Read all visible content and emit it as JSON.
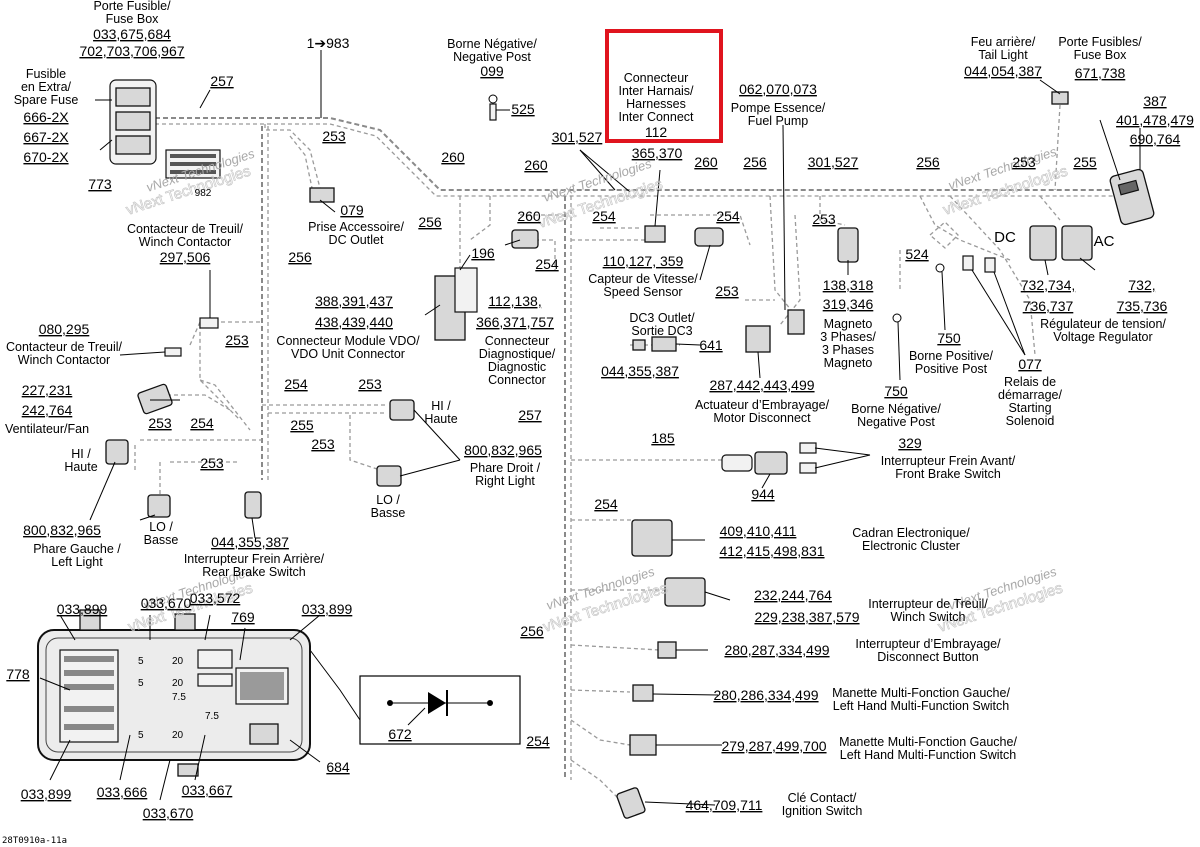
{
  "labels": {
    "fuse_box_left": [
      "Porte Fusible/",
      "Fuse Box"
    ],
    "fuse_box_left_nums": [
      "033,675,684",
      "702,703,706,967"
    ],
    "spare_fuse": [
      "Fusible",
      "en Extra/",
      "Spare Fuse"
    ],
    "spare_fuse_nums": [
      "666-2X",
      "667-2X",
      "670-2X"
    ],
    "n773": "773",
    "n257a": "257",
    "range": "1➔983",
    "n253a": "253",
    "n982": "982",
    "negative_post_top": [
      "Borne Négative/",
      "Negative Post"
    ],
    "n099": "099",
    "n525": "525",
    "inter_harness": [
      "Connecteur",
      "Inter Harnais/",
      "Harnesses",
      "Inter Connect",
      "112"
    ],
    "fuel_pump_nums": "062,070,073",
    "fuel_pump": [
      "Pompe Essence/",
      "Fuel Pump"
    ],
    "tail_light": [
      "Feu arrière/",
      "Tail Light"
    ],
    "tail_light_nums": "044,054,387",
    "fuse_box_right": [
      "Porte Fusibles/",
      "Fuse Box"
    ],
    "fuse_box_right_nums": "671,738",
    "right_nums": [
      "387",
      "401,478,479",
      "690,764"
    ],
    "n260a": "260",
    "n301a": "301,527",
    "n365": "365,370",
    "n260b": "260",
    "n260c": "260",
    "n256a": "256",
    "n301b": "301,527",
    "n256b": "256",
    "n253b": "253",
    "n255a": "255",
    "dc": "DC",
    "ac": "AC",
    "n079": "079",
    "dc_outlet": [
      "Prise Accessoire/",
      "DC Outlet"
    ],
    "n256c": "256",
    "n260d": "260",
    "n254a": "254",
    "n254b": "254",
    "n253c": "253",
    "winch_contactor": [
      "Contacteur de Treuil/",
      "Winch Contactor"
    ],
    "winch_contactor_num": "297,506",
    "n256d": "256",
    "n196": "196",
    "n254c": "254",
    "speed_sensor_nums": "110,127, 359",
    "speed_sensor": [
      "Capteur de Vitesse/",
      "Speed Sensor"
    ],
    "magneto_nums": [
      "138,318",
      "319,346"
    ],
    "magneto": [
      "Magneto",
      "3 Phases/",
      "3 Phases",
      "Magneto"
    ],
    "n524": "524",
    "voltage_reg_nums": [
      "732,734,",
      "736,737"
    ],
    "voltage_reg_nums2": [
      "732,",
      "735,736"
    ],
    "voltage_reg": [
      "Régulateur de tension/",
      "Voltage Regulator"
    ],
    "vdo_nums": [
      "388,391,437",
      "438,439,440"
    ],
    "vdo": [
      "Connecteur Module VDO/",
      "VDO Unit Connector"
    ],
    "diag_nums": [
      "112,138,",
      "366,371,757"
    ],
    "diag": [
      "Connecteur",
      "Diagnostique/",
      "Diagnostic",
      "Connector"
    ],
    "n253d": "253",
    "dc3": [
      "DC3 Outlet/",
      "Sortie DC3"
    ],
    "n641": "641",
    "dc3_nums": "044,355,387",
    "clutch_nums": "287,442,443,499",
    "clutch": [
      "Actuateur d’Embrayage/",
      "Motor Disconnect"
    ],
    "n750a": "750",
    "pos_post": [
      "Borne Positive/",
      "Positive Post"
    ],
    "n750b": "750",
    "neg_post": [
      "Borne Négative/",
      "Negative Post"
    ],
    "n077": "077",
    "relay": [
      "Relais de",
      "démarrage/",
      "Starting",
      "Solenoid"
    ],
    "winch_contactor2_num": "080,295",
    "winch_contactor2": [
      "Contacteur de Treuil/",
      "Winch Contactor"
    ],
    "n253e": "253",
    "fan_nums": [
      "227,231",
      "242,764"
    ],
    "fan": "Ventilateur/Fan",
    "n254d": "254",
    "n253f": "253",
    "n255b": "255",
    "hi_haute_r": [
      "HI /",
      "Haute"
    ],
    "n257b": "257",
    "n253g": "253",
    "n254e": "254",
    "hi_haute_l": [
      "HI /",
      "Haute"
    ],
    "n253h": "253",
    "n253i": "253",
    "right_light_nums": "800,832,965",
    "right_light": [
      "Phare Droit /",
      "Right Light"
    ],
    "lo_basse_r": [
      "LO /",
      "Basse"
    ],
    "n185": "185",
    "n329": "329",
    "front_brake": [
      "Interrupteur Frein Avant/",
      "Front Brake Switch"
    ],
    "n944": "944",
    "left_light_nums": "800,832,965",
    "left_light": [
      "Phare Gauche /",
      "Left Light"
    ],
    "lo_basse_l": [
      "LO /",
      "Basse"
    ],
    "rear_brake_nums": "044,355,387",
    "rear_brake": [
      "Interrupteur Frein Arrière/",
      "Rear Brake Switch"
    ],
    "n254f": "254",
    "cluster_nums": [
      "409,410,411",
      "412,415,498,831"
    ],
    "cluster": [
      "Cadran Electronique/",
      "Electronic Cluster"
    ],
    "n033a": "033,899",
    "n033b": "033,670",
    "n033c": "033,572",
    "n033d": "033,899",
    "n769": "769",
    "n778": "778",
    "n672": "672",
    "n684": "684",
    "n033e": "033,899",
    "n033f": "033,666",
    "n033g": "033,667",
    "n033h": "033,670",
    "n256e": "256",
    "winch_switch_nums": [
      "232,244,764",
      "229,238,387,579"
    ],
    "winch_switch": [
      "Interrupteur de Treuil/",
      "Winch Switch"
    ],
    "disconnect_nums": "280,287,334,499",
    "disconnect": [
      "Interrupteur d’Embrayage/",
      "Disconnect Button"
    ],
    "lh_mf1_nums": "280,286,334,499",
    "lh_mf1": [
      "Manette Multi-Fonction Gauche/",
      "Left Hand Multi-Function Switch"
    ],
    "n254g": "254",
    "lh_mf2_nums": "279,287,499,700",
    "lh_mf2": [
      "Manette Multi-Fonction Gauche/",
      "Left Hand Multi-Function Switch"
    ],
    "ignition_nums": "464,709,711",
    "ignition": [
      "Clé Contact/",
      "Ignition Switch"
    ],
    "fig_id": "28T0910a-11a",
    "watermark": "vNext Technologies",
    "fuse_values": [
      "5",
      "20",
      "5",
      "20",
      "7.5",
      "7.5",
      "5",
      "20"
    ]
  }
}
